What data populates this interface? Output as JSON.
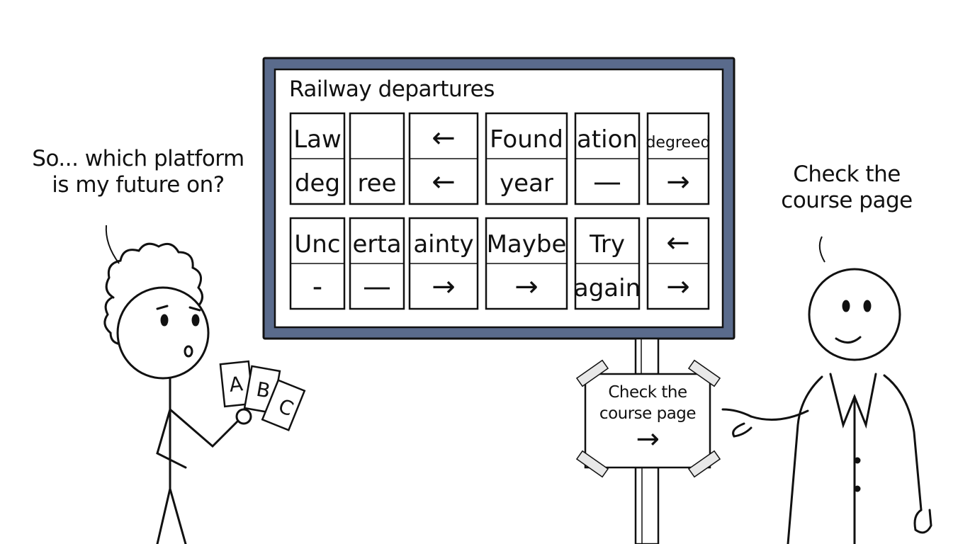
{
  "board": {
    "title": "Railway departures",
    "frame_color": "#5a6b8c",
    "rows": [
      [
        {
          "top": "Law",
          "bottom": "deg"
        },
        {
          "top": "",
          "bottom": "ree"
        },
        {
          "top": "←",
          "bottom": "←"
        },
        {
          "top": "Found",
          "bottom": "year"
        },
        {
          "top": "ation",
          "bottom": "—"
        },
        {
          "top": "degreed",
          "bottom": "→"
        }
      ],
      [
        {
          "top": "Unc",
          "bottom": "-"
        },
        {
          "top": "erta",
          "bottom": "—"
        },
        {
          "top": "ainty",
          "bottom": "→"
        },
        {
          "top": "Maybe",
          "bottom": "→"
        },
        {
          "top": "Try",
          "bottom": "again"
        },
        {
          "top": "←",
          "bottom": "→"
        }
      ]
    ]
  },
  "left_character": {
    "speech_line1": "So... which platform",
    "speech_line2": "is my future on?",
    "cards": [
      "A",
      "B",
      "C"
    ]
  },
  "right_character": {
    "speech_line1": "Check the",
    "speech_line2": "course page"
  },
  "sign": {
    "line1": "Check the",
    "line2": "course page",
    "arrow": "→"
  }
}
